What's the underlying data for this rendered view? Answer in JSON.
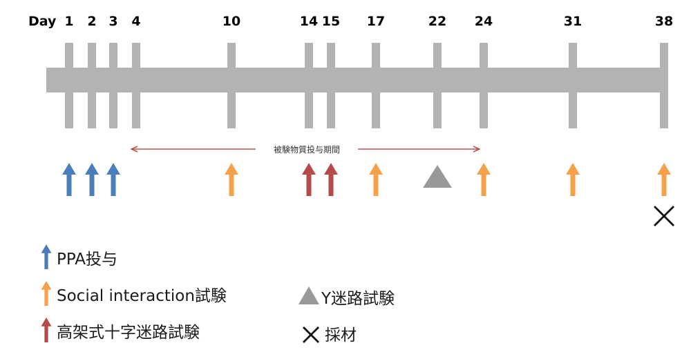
{
  "day_prefix": "Day",
  "days": [
    "1",
    "2",
    "3",
    "4",
    "10",
    "14",
    "15",
    "17",
    "22",
    "24",
    "31",
    "38"
  ],
  "period": {
    "label": "被験物質投与期間",
    "from_day": "4",
    "to_day": "24"
  },
  "events": [
    {
      "day": "1",
      "type": "ppa"
    },
    {
      "day": "2",
      "type": "ppa"
    },
    {
      "day": "3",
      "type": "ppa"
    },
    {
      "day": "10",
      "type": "social"
    },
    {
      "day": "14",
      "type": "epm"
    },
    {
      "day": "15",
      "type": "epm"
    },
    {
      "day": "17",
      "type": "social"
    },
    {
      "day": "22",
      "type": "ymaze"
    },
    {
      "day": "24",
      "type": "social"
    },
    {
      "day": "31",
      "type": "social"
    },
    {
      "day": "38",
      "type": "social"
    },
    {
      "day": "38",
      "type": "sampling"
    }
  ],
  "legend": {
    "ppa": "PPA投与",
    "social": "Social interaction試験",
    "epm": "高架式十字迷路試験",
    "ymaze": "Y迷路試験",
    "sampling": "採材"
  },
  "colors": {
    "bar": "#b3b3b3",
    "ppa": "#4a7ebb",
    "social": "#f5a04a",
    "epm": "#b54a4a",
    "ymaze": "#999999",
    "sampling": "#111111",
    "period_line": "#b85450"
  },
  "icons": {
    "ppa": "up-arrow-icon",
    "social": "up-arrow-icon",
    "epm": "up-arrow-icon",
    "ymaze": "triangle-icon",
    "sampling": "cross-icon"
  }
}
